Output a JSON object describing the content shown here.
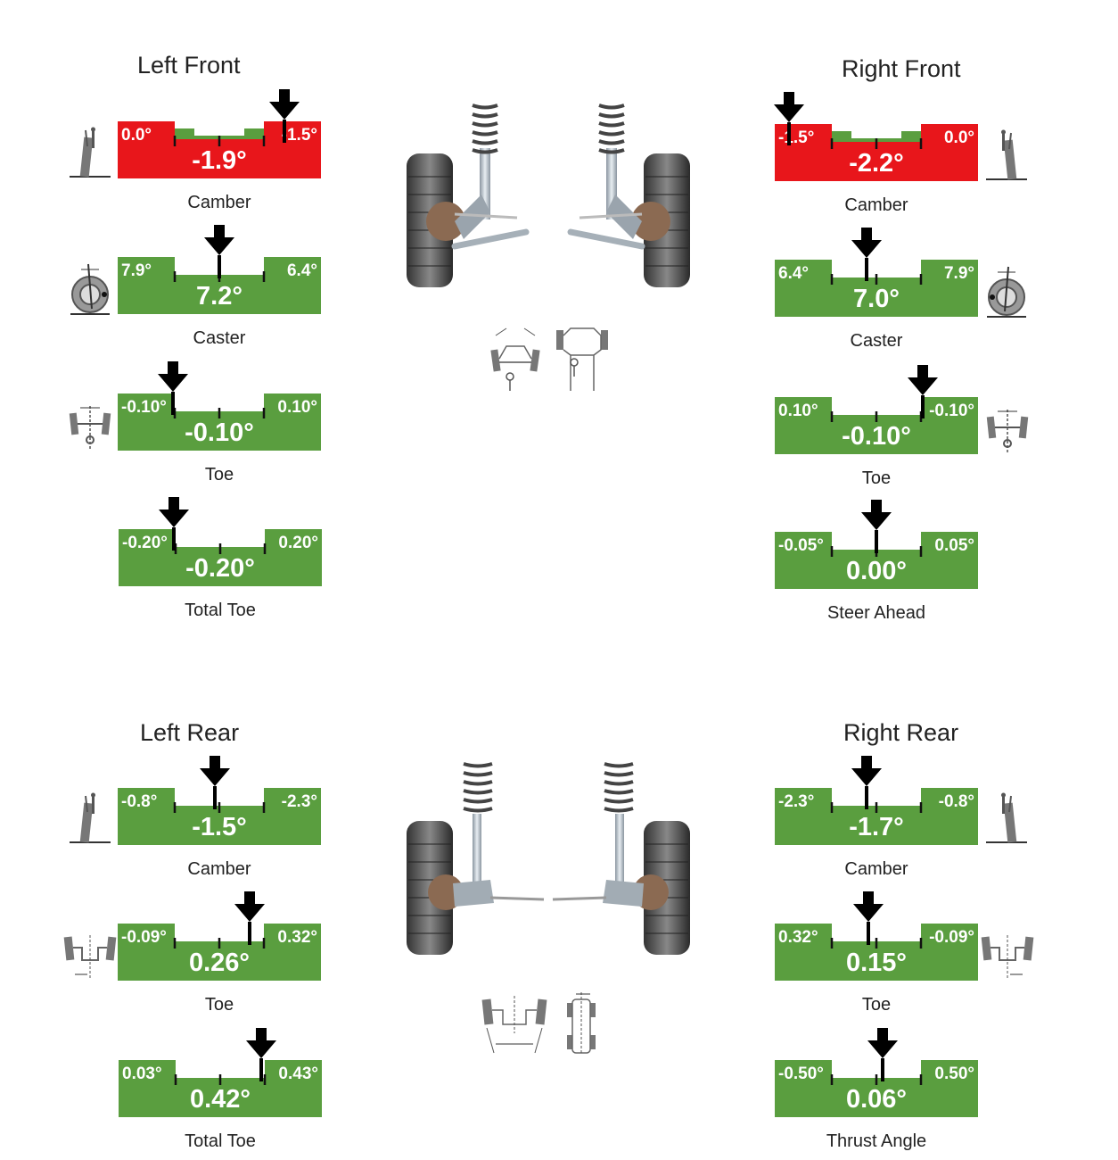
{
  "colors": {
    "ok": "#5a9e3f",
    "bad": "#e8161b",
    "arrow": "#000000"
  },
  "sections": {
    "left_front": "Left Front",
    "right_front": "Right Front",
    "left_rear": "Left Rear",
    "right_rear": "Right Rear"
  },
  "gauges": [
    {
      "id": "lf-camber",
      "label": "Camber",
      "min": "0.0°",
      "max": "-1.5°",
      "value": "-1.9°",
      "status": "bad",
      "pointer": 0.82,
      "icon": "camber-icon"
    },
    {
      "id": "lf-caster",
      "label": "Caster",
      "min": "7.9°",
      "max": "6.4°",
      "value": "7.2°",
      "status": "ok",
      "pointer": 0.5,
      "icon": "caster-icon"
    },
    {
      "id": "lf-toe",
      "label": "Toe",
      "min": "-0.10°",
      "max": "0.10°",
      "value": "-0.10°",
      "status": "ok",
      "pointer": 0.27,
      "icon": "toe-icon"
    },
    {
      "id": "lf-total-toe",
      "label": "Total Toe",
      "min": "-0.20°",
      "max": "0.20°",
      "value": "-0.20°",
      "status": "ok",
      "pointer": 0.27,
      "icon": ""
    },
    {
      "id": "rf-camber",
      "label": "Camber",
      "min": "-1.5°",
      "max": "0.0°",
      "value": "-2.2°",
      "status": "bad",
      "pointer": 0.07,
      "icon": "camber-icon"
    },
    {
      "id": "rf-caster",
      "label": "Caster",
      "min": "6.4°",
      "max": "7.9°",
      "value": "7.0°",
      "status": "ok",
      "pointer": 0.45,
      "icon": "caster-icon"
    },
    {
      "id": "rf-toe",
      "label": "Toe",
      "min": "0.10°",
      "max": "-0.10°",
      "value": "-0.10°",
      "status": "ok",
      "pointer": 0.73,
      "icon": "toe-icon"
    },
    {
      "id": "rf-steer-ahead",
      "label": "Steer Ahead",
      "min": "-0.05°",
      "max": "0.05°",
      "value": "0.00°",
      "status": "ok",
      "pointer": 0.5,
      "icon": ""
    },
    {
      "id": "lr-camber",
      "label": "Camber",
      "min": "-0.8°",
      "max": "-2.3°",
      "value": "-1.5°",
      "status": "ok",
      "pointer": 0.48,
      "icon": "camber-icon"
    },
    {
      "id": "lr-toe",
      "label": "Toe",
      "min": "-0.09°",
      "max": "0.32°",
      "value": "0.26°",
      "status": "ok",
      "pointer": 0.65,
      "icon": "toe-icon"
    },
    {
      "id": "lr-total-toe",
      "label": "Total Toe",
      "min": "0.03°",
      "max": "0.43°",
      "value": "0.42°",
      "status": "ok",
      "pointer": 0.7,
      "icon": ""
    },
    {
      "id": "rr-camber",
      "label": "Camber",
      "min": "-2.3°",
      "max": "-0.8°",
      "value": "-1.7°",
      "status": "ok",
      "pointer": 0.45,
      "icon": "camber-icon"
    },
    {
      "id": "rr-toe",
      "label": "Toe",
      "min": "0.32°",
      "max": "-0.09°",
      "value": "0.15°",
      "status": "ok",
      "pointer": 0.46,
      "icon": "toe-icon"
    },
    {
      "id": "rr-thrust-angle",
      "label": "Thrust Angle",
      "min": "-0.50°",
      "max": "0.50°",
      "value": "0.06°",
      "status": "ok",
      "pointer": 0.53,
      "icon": ""
    }
  ]
}
